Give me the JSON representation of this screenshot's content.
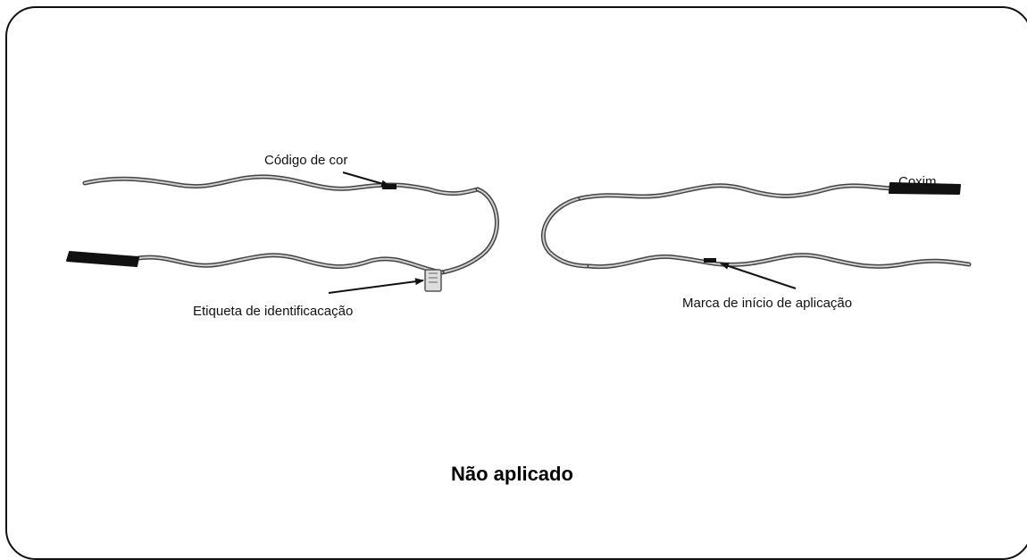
{
  "labels": {
    "color_code": "Código de cor",
    "pad": "Coxim",
    "id_tag": "Etiqueta de identificacação",
    "start_mark": "Marca de início de aplicação"
  },
  "caption": "Não aplicado"
}
